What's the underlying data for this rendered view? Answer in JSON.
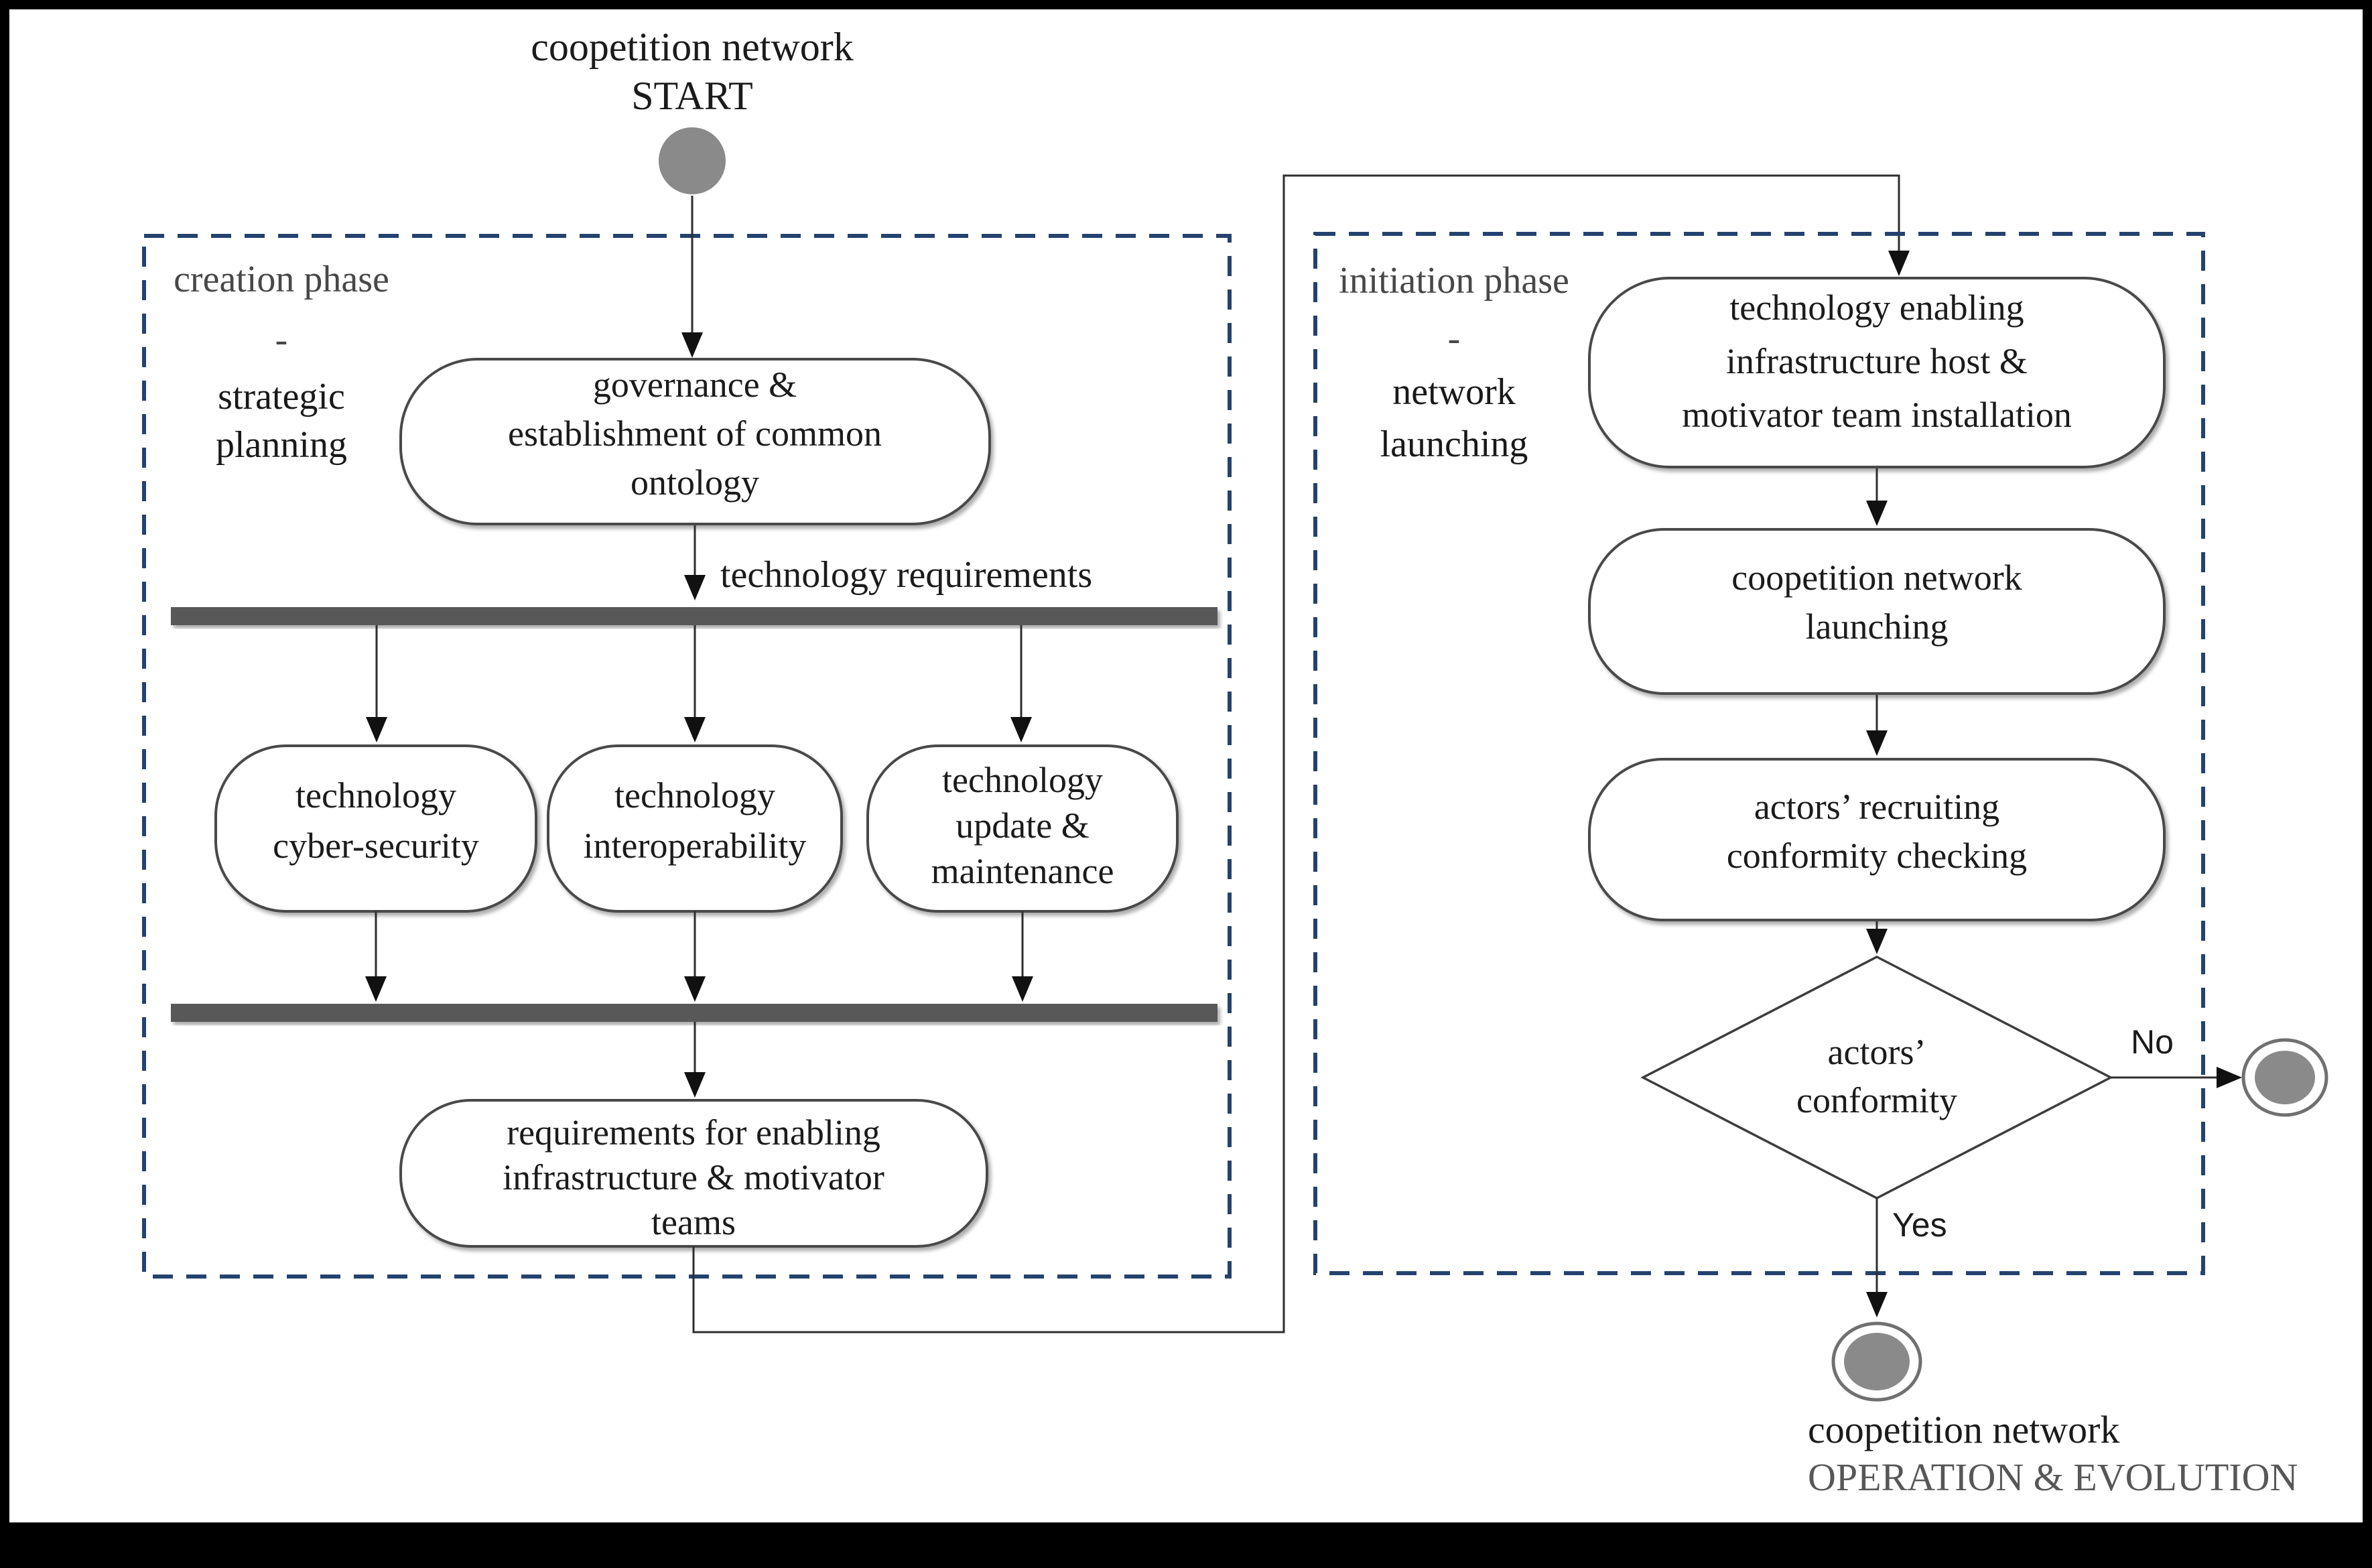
{
  "diagram_title": {
    "line1": "coopetition network",
    "line2": "START"
  },
  "phases": {
    "creation": {
      "line1": "creation phase",
      "line2": "-",
      "line3": "strategic",
      "line4": "planning"
    },
    "initiation": {
      "line1": "initiation phase",
      "line2": "-",
      "line3": "network",
      "line4": "launching"
    }
  },
  "nodes": {
    "governance": {
      "line1": "governance &",
      "line2": "establishment of common",
      "line3": "ontology"
    },
    "cyber_security": {
      "line1": "technology",
      "line2": "cyber-security"
    },
    "interoperability": {
      "line1": "technology",
      "line2": "interoperability"
    },
    "update_maintenance": {
      "line1": "technology",
      "line2": "update &",
      "line3": "maintenance"
    },
    "requirements": {
      "line1": "requirements for enabling",
      "line2": "infrastructure & motivator",
      "line3": "teams"
    },
    "tech_enabling": {
      "line1": "technology enabling",
      "line2": "infrastructure host &",
      "line3": "motivator team installation"
    },
    "network_launching": {
      "line1": "coopetition network",
      "line2": "launching"
    },
    "recruiting": {
      "line1": "actors’ recruiting",
      "line2": "conformity checking"
    },
    "conformity_decision": {
      "line1": "actors’",
      "line2": "conformity"
    }
  },
  "edge_labels": {
    "technology_requirements": "technology requirements",
    "yes": "Yes",
    "no": "No"
  },
  "end_state": {
    "line1": "coopetition network",
    "line2": "OPERATION & EVOLUTION"
  },
  "colors": {
    "phase_border": "#24426E",
    "sync_bar": "#595959",
    "node_fill_gray": "#8A8A8A",
    "shape_stroke": "#484848",
    "muted_text": "#575757",
    "frame": "#000000"
  }
}
